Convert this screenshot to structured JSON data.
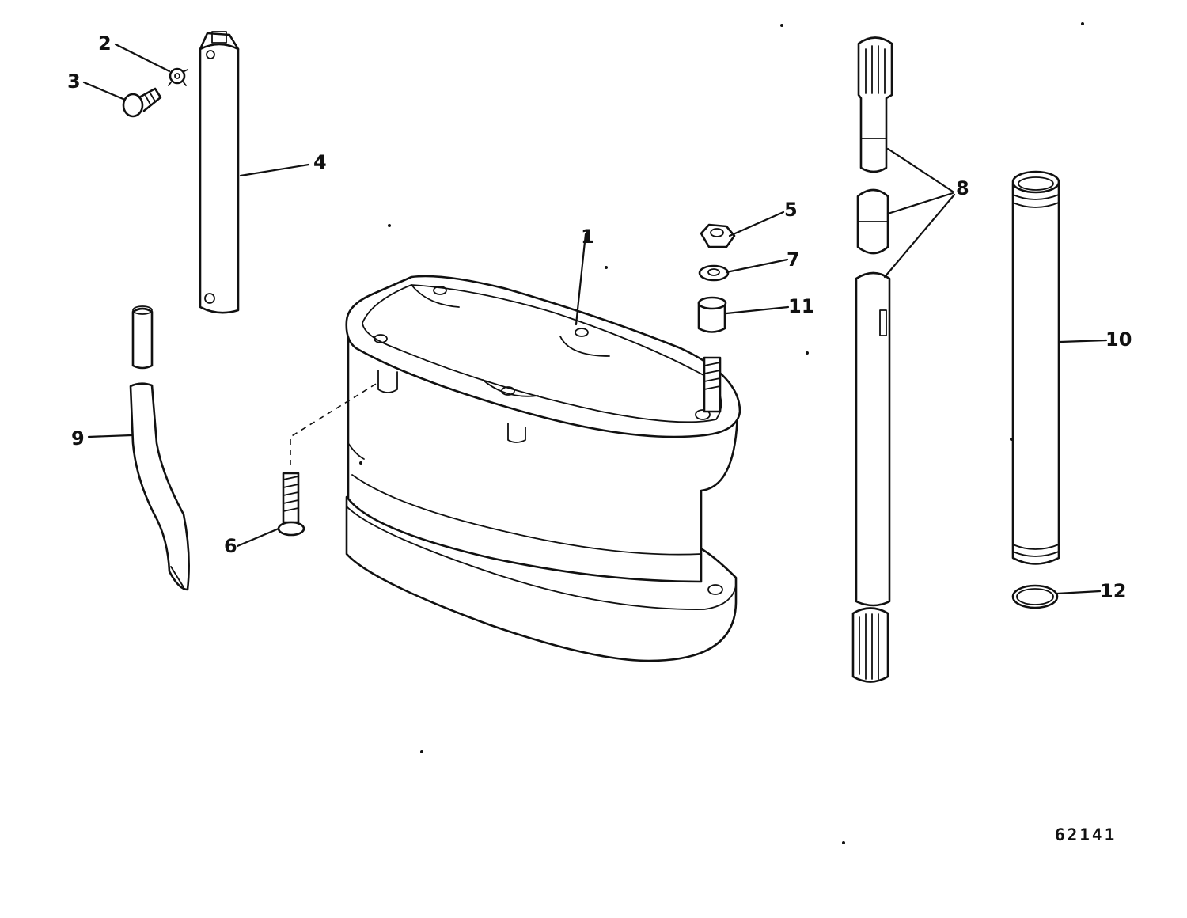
{
  "callouts": {
    "c1": "1",
    "c2": "2",
    "c3": "3",
    "c4": "4",
    "c5": "5",
    "c6": "6",
    "c7": "7",
    "c8": "8",
    "c9": "9",
    "c10": "10",
    "c11": "11",
    "c12": "12"
  },
  "figure_number": "62141",
  "colors": {
    "ink": "#111111",
    "paper": "#ffffff"
  }
}
